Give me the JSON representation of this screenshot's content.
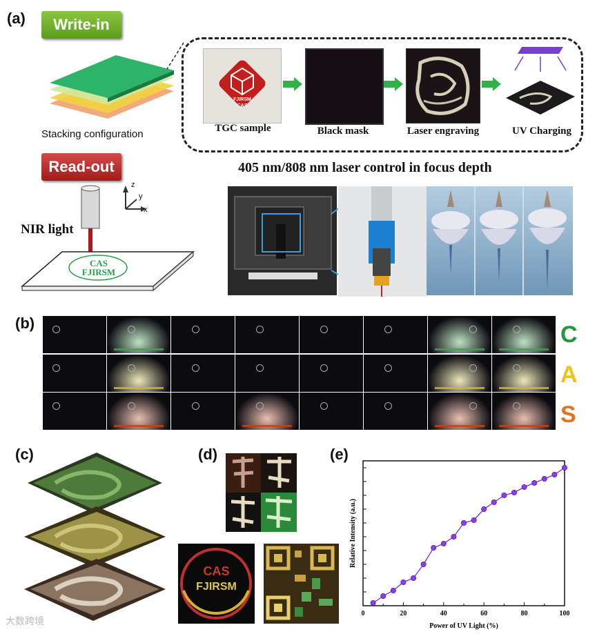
{
  "panels": {
    "a": "(a)",
    "b": "(b)",
    "c": "(c)",
    "d": "(d)",
    "e": "(e)"
  },
  "write_in": "Write-in",
  "read_out": "Read-out",
  "stacking_label": "Stacking configuration",
  "process_steps": [
    "TGC sample",
    "Black mask",
    "Laser engraving",
    "UV Charging"
  ],
  "sample_logo": {
    "top": "FJIRSM",
    "bottom": "CAS"
  },
  "focus_title": "405 nm/808 nm laser control in focus depth",
  "nir_label": "NIR light",
  "axes_labels": {
    "z": "z",
    "y": "y",
    "x": "x"
  },
  "plate_text": {
    "line1": "CAS",
    "line2": "FJIRSM"
  },
  "channel_letters": [
    {
      "letter": "C",
      "color": "#1e9a3a"
    },
    {
      "letter": "A",
      "color": "#f2c21c"
    },
    {
      "letter": "S",
      "color": "#e2741c"
    }
  ],
  "grid_glow": [
    [
      "none",
      "green",
      "none",
      "none",
      "none",
      "none",
      "green",
      "green"
    ],
    [
      "none",
      "yellow",
      "none",
      "none",
      "none",
      "none",
      "yellow",
      "yellow"
    ],
    [
      "none",
      "red",
      "none",
      "red",
      "none",
      "none",
      "red",
      "red"
    ]
  ],
  "d_text": {
    "cas": "CAS",
    "fjirsm": "FJIRSM"
  },
  "watermark": "大数跨境",
  "chart_data": {
    "type": "line",
    "xlabel": "Power of UV Light (%)",
    "ylabel": "Relative Intensity (a.u.)",
    "xlim": [
      0,
      100
    ],
    "ylim": [
      0,
      1.05
    ],
    "xticks": [
      0,
      20,
      40,
      60,
      80,
      100
    ],
    "x": [
      5,
      10,
      15,
      20,
      25,
      30,
      35,
      40,
      45,
      50,
      55,
      60,
      65,
      70,
      75,
      80,
      85,
      90,
      95,
      100
    ],
    "y": [
      0.02,
      0.07,
      0.11,
      0.17,
      0.2,
      0.3,
      0.42,
      0.45,
      0.5,
      0.6,
      0.62,
      0.7,
      0.75,
      0.8,
      0.82,
      0.86,
      0.89,
      0.92,
      0.95,
      1.0
    ],
    "color": "#7b2fd6"
  }
}
